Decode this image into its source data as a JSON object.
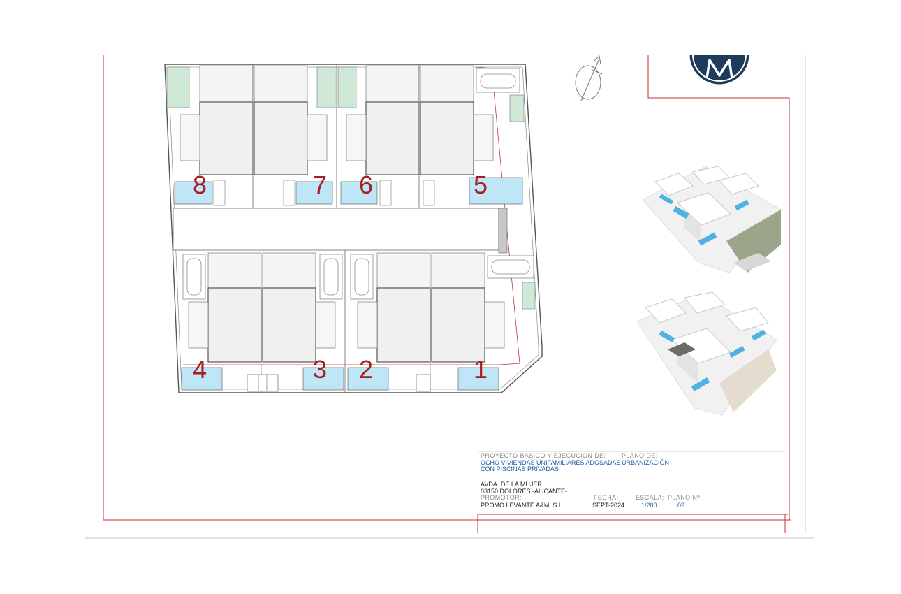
{
  "plan": {
    "plot_numbers": [
      "8",
      "7",
      "6",
      "5",
      "4",
      "3",
      "2",
      "1"
    ],
    "plot_color": "#a41e22",
    "pool_color": "#bfe6f6",
    "garden_color": "#cfe9d6",
    "boundary_color": "#c8323a"
  },
  "north_arrow": {
    "icon": "north-arrow-icon"
  },
  "logo": {
    "letter": "M",
    "color": "#1d3b5a"
  },
  "title_block": {
    "project_label": "PROYECTO BASICO Y EJECUCION DE:",
    "project_line1": "OCHO VIVIENDAS UNIFAMILIARES ADOSADAS",
    "project_line2": "CON PISCINAS PRIVADAS",
    "plan_label": "PLANO DE:",
    "plan_value": "URBANIZACIÓN",
    "address_line1": "AVDA. DE LA MUJER",
    "address_line2": "03150 DOLORES  -ALICANTE-",
    "promoter_label": "PROMOTOR:",
    "promoter_value": "PROMO LEVANTE A&M, S.L.",
    "date_label": "FECHA:",
    "date_value": "SEPT-2024",
    "scale_label": "ESCALA:",
    "scale_value": "1/200",
    "sheet_label": "PLANO  Nº:",
    "sheet_value": "02"
  }
}
